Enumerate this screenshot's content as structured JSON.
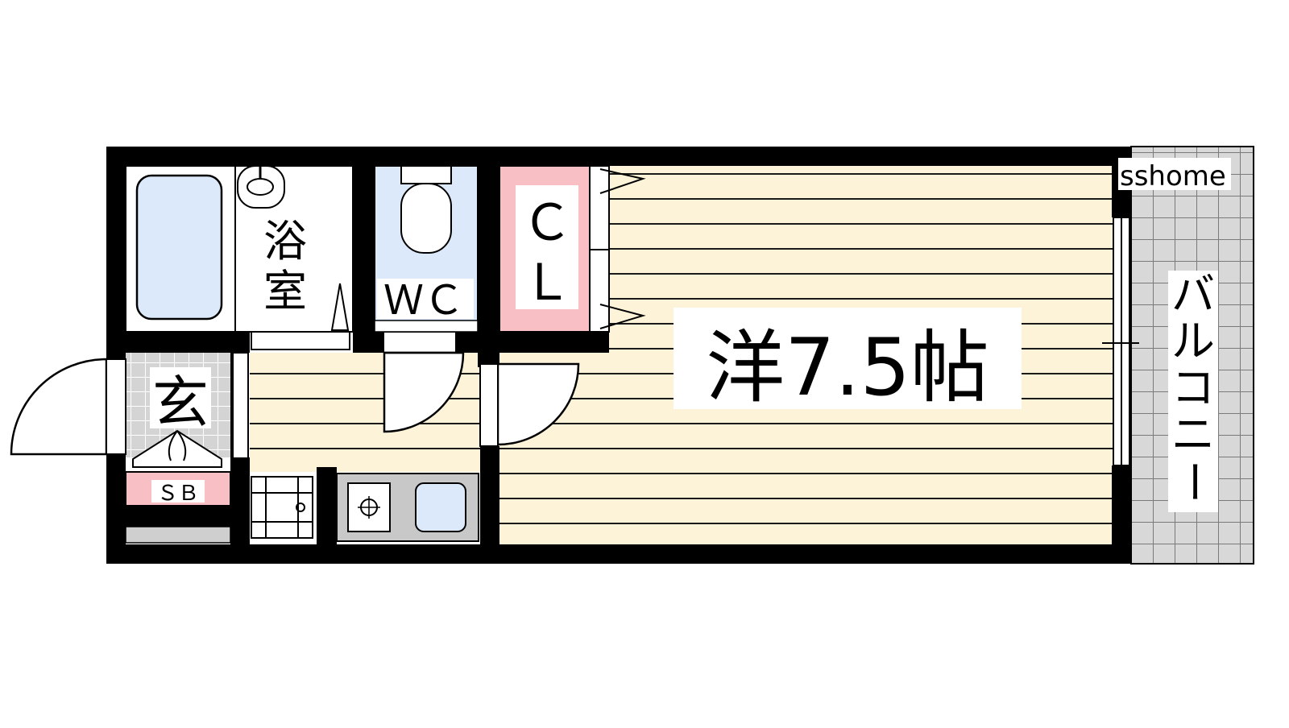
{
  "watermark": "sshome",
  "rooms": {
    "main_room": "洋7.5帖",
    "bath_line1": "浴",
    "bath_line2": "室",
    "wc": "ＷＣ",
    "closet_line1": "Ｃ",
    "closet_line2": "Ｌ",
    "entrance": "玄",
    "shoe_box": "ＳＢ",
    "balcony": [
      "バ",
      "ル",
      "コ",
      "ニ",
      "ー"
    ]
  },
  "colors": {
    "wall": "#000000",
    "floor": "#fdf3d8",
    "floor_line": "#1a1a1a",
    "bath_water": "#dce9fb",
    "wc_floor": "#dce9fb",
    "closet": "#f8c0c4",
    "shoe_box": "#f8c0c4",
    "tile": "#d4d4d4",
    "kitchen_counter": "#c8c8c8",
    "sink": "#dce9fb"
  }
}
